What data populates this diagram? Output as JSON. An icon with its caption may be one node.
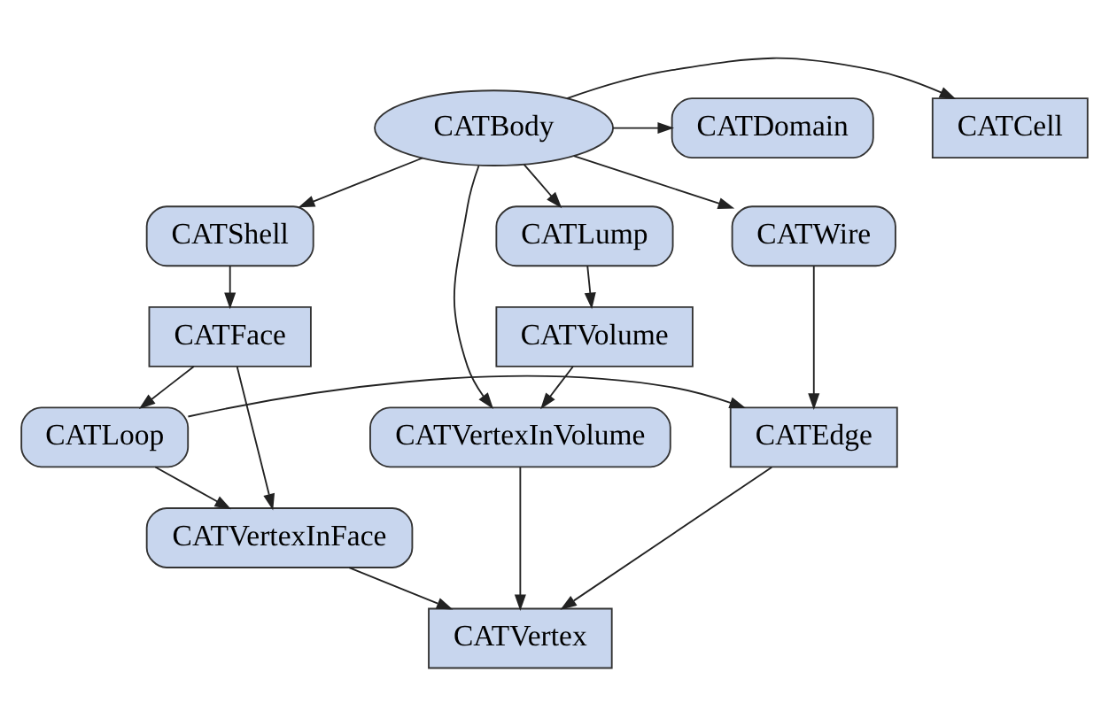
{
  "diagram": {
    "nodes": [
      {
        "text": [
          "CATDomain"
        ]
      },
      {
        "text": [
          "CATBody"
        ]
      },
      {
        "text": [
          "CATCell"
        ]
      },
      {
        "text": [
          "CATLump"
        ]
      },
      {
        "text": [
          "CATShell"
        ]
      },
      {
        "text": [
          "CATWire"
        ]
      },
      {
        "text": [
          "CATVolume"
        ]
      },
      {
        "text": [
          "CATFace"
        ]
      },
      {
        "text": [
          "CATVertexInVolume"
        ]
      },
      {
        "text": [
          "CATLoop"
        ]
      },
      {
        "text": [
          "CATEdge"
        ]
      },
      {
        "text": [
          "CATVertexInFace"
        ]
      },
      {
        "text": [
          "CATVertex"
        ]
      }
    ],
    "edges": [
      {
        "from": 1,
        "to": 0,
        "arrow": "to"
      },
      {
        "from": 1,
        "to": 2,
        "arrow": "to"
      },
      {
        "from": 1,
        "to": 3,
        "arrow": "to"
      },
      {
        "from": 1,
        "to": 4,
        "arrow": "to"
      },
      {
        "from": 1,
        "to": 5,
        "arrow": "to"
      },
      {
        "from": 1,
        "to": 8,
        "arrow": "to"
      },
      {
        "from": 3,
        "to": 6,
        "arrow": "to"
      },
      {
        "from": 6,
        "to": 8,
        "arrow": "to"
      },
      {
        "from": 4,
        "to": 7,
        "arrow": "to"
      },
      {
        "from": 7,
        "to": 9,
        "arrow": "to"
      },
      {
        "from": 7,
        "to": 11,
        "arrow": "to"
      },
      {
        "from": 9,
        "to": 11,
        "arrow": "to"
      },
      {
        "from": 9,
        "to": 10,
        "arrow": "to"
      },
      {
        "from": 5,
        "to": 10,
        "arrow": "to"
      },
      {
        "from": 10,
        "to": 12,
        "arrow": "to"
      },
      {
        "from": 8,
        "to": 12,
        "arrow": "to"
      },
      {
        "from": 11,
        "to": 12,
        "arrow": "to"
      }
    ]
  }
}
